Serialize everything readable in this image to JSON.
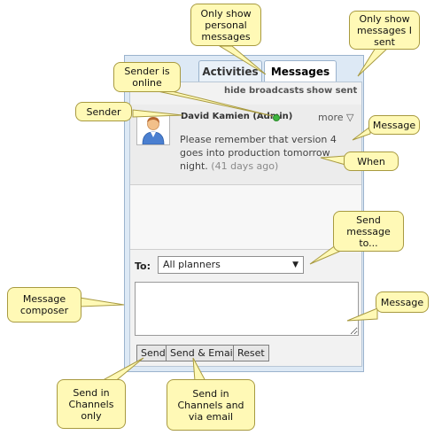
{
  "tabs": {
    "activities": "Activities",
    "messages": "Messages"
  },
  "filters": {
    "hide_broadcasts": "hide broadcasts",
    "show_sent": "show sent"
  },
  "message": {
    "sender": "David Kamien (Admin)",
    "more": "more ▽",
    "body": "Please remember that version 4 goes into production tomorrow night.",
    "when": "(41 days ago)",
    "online_status": "online"
  },
  "composer": {
    "to_label": "To:",
    "to_value": "All planners",
    "to_arrow": "▼"
  },
  "buttons": {
    "send": "Send",
    "send_email": "Send & Email",
    "reset": "Reset"
  },
  "callouts": {
    "personal": "Only show personal messages",
    "sent": "Only show messages I sent",
    "online": "Sender is online",
    "sender": "Sender",
    "message_top": "Message",
    "when": "When",
    "send_to": "Send message to...",
    "composer": "Message composer",
    "message_bottom": "Message",
    "send_channels": "Send in Channels only",
    "send_email": "Send in Channels and via email"
  },
  "colors": {
    "callout_fill": "#fff9b6",
    "panel_blue": "#dde9f5",
    "online_green": "#3fb63f"
  }
}
